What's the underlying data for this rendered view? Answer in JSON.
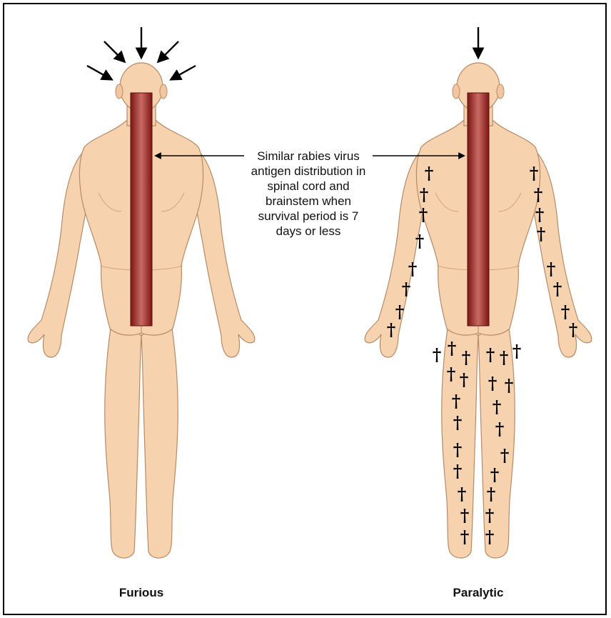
{
  "callout": {
    "lines": [
      "Similar rabies virus",
      "antigen distribution in",
      "spinal cord and",
      "brainstem when",
      "survival period is 7",
      "days or less"
    ]
  },
  "figures": {
    "left_label": "Furious",
    "right_label": "Paralytic"
  },
  "colors": {
    "skin": "#f6d2ae",
    "skin_shade": "#e7b48c",
    "outline": "#b98a66",
    "spinal_cord": "#8e1d1b",
    "spinal_cord_highlight": "#d4827a",
    "marker": "#000000"
  },
  "markers": {
    "dagger_glyph": "†",
    "furious_arrow_count": 5,
    "paralytic_arrow_count": 1
  }
}
